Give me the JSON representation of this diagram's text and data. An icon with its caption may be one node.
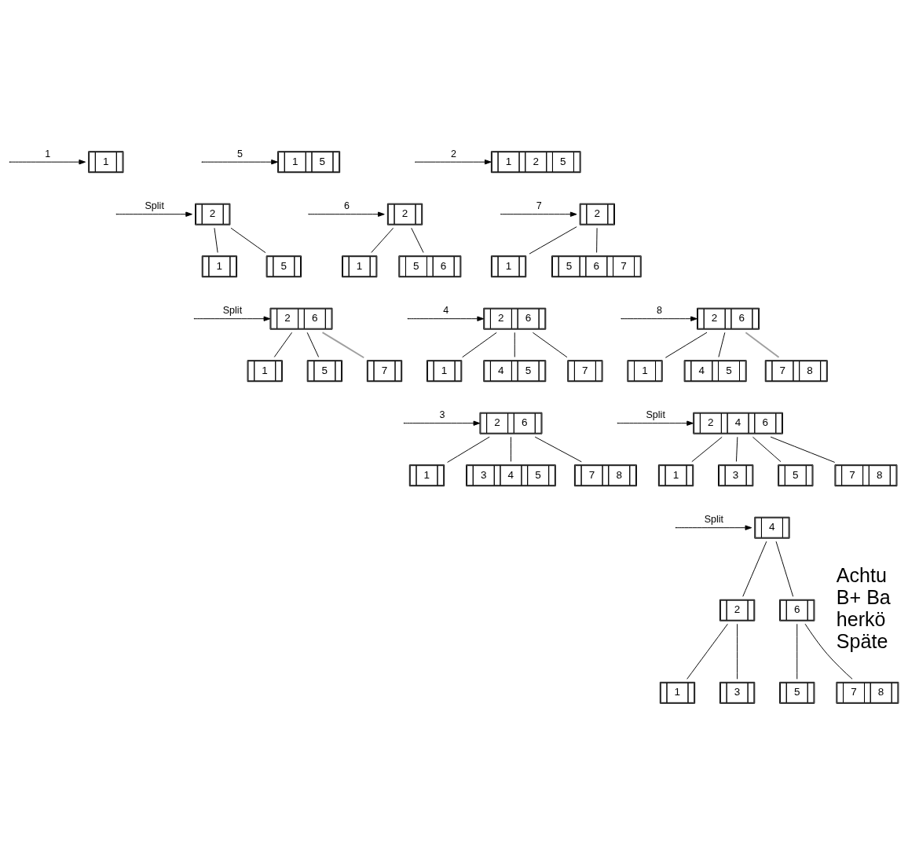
{
  "diagram": {
    "nodes": [
      {
        "text": [
          "1"
        ]
      },
      {
        "text": [
          "1",
          "5"
        ]
      },
      {
        "text": [
          "1",
          "2",
          "5"
        ]
      },
      {
        "text": [
          "2"
        ]
      },
      {
        "text": [
          "1"
        ]
      },
      {
        "text": [
          "5"
        ]
      },
      {
        "text": [
          "2"
        ]
      },
      {
        "text": [
          "1"
        ]
      },
      {
        "text": [
          "5",
          "6"
        ]
      },
      {
        "text": [
          "2"
        ]
      },
      {
        "text": [
          "1"
        ]
      },
      {
        "text": [
          "5",
          "6",
          "7"
        ]
      },
      {
        "text": [
          "2",
          "6"
        ]
      },
      {
        "text": [
          "1"
        ]
      },
      {
        "text": [
          "5"
        ]
      },
      {
        "text": [
          "7"
        ]
      },
      {
        "text": [
          "2",
          "6"
        ]
      },
      {
        "text": [
          "1"
        ]
      },
      {
        "text": [
          "4",
          "5"
        ]
      },
      {
        "text": [
          "7"
        ]
      },
      {
        "text": [
          "2",
          "6"
        ]
      },
      {
        "text": [
          "1"
        ]
      },
      {
        "text": [
          "4",
          "5"
        ]
      },
      {
        "text": [
          "7",
          "8"
        ]
      },
      {
        "text": [
          "2",
          "6"
        ]
      },
      {
        "text": [
          "1"
        ]
      },
      {
        "text": [
          "3",
          "4",
          "5"
        ]
      },
      {
        "text": [
          "7",
          "8"
        ]
      },
      {
        "text": [
          "2",
          "4",
          "6"
        ]
      },
      {
        "text": [
          "1"
        ]
      },
      {
        "text": [
          "3"
        ]
      },
      {
        "text": [
          "5"
        ]
      },
      {
        "text": [
          "7",
          "8"
        ]
      },
      {
        "text": [
          "4"
        ]
      },
      {
        "text": [
          "2"
        ]
      },
      {
        "text": [
          "6"
        ]
      },
      {
        "text": [
          "1"
        ]
      },
      {
        "text": [
          "3"
        ]
      },
      {
        "text": [
          "5"
        ]
      },
      {
        "text": [
          "7",
          "8"
        ]
      }
    ],
    "edges": [
      {
        "from": null,
        "to": 0,
        "arrow": "to",
        "label": "1"
      },
      {
        "from": null,
        "to": 1,
        "arrow": "to",
        "label": "5"
      },
      {
        "from": null,
        "to": 2,
        "arrow": "to",
        "label": "2"
      },
      {
        "from": null,
        "to": 3,
        "arrow": "to",
        "label": "Split"
      },
      {
        "from": 3,
        "to": 4,
        "arrow": "none"
      },
      {
        "from": 3,
        "to": 5,
        "arrow": "none"
      },
      {
        "from": null,
        "to": 6,
        "arrow": "to",
        "label": "6"
      },
      {
        "from": 6,
        "to": 7,
        "arrow": "none"
      },
      {
        "from": 6,
        "to": 8,
        "arrow": "none"
      },
      {
        "from": null,
        "to": 9,
        "arrow": "to",
        "label": "7"
      },
      {
        "from": 9,
        "to": 10,
        "arrow": "none"
      },
      {
        "from": 9,
        "to": 11,
        "arrow": "none"
      },
      {
        "from": null,
        "to": 12,
        "arrow": "to",
        "label": "Split"
      },
      {
        "from": 12,
        "to": 13,
        "arrow": "none"
      },
      {
        "from": 12,
        "to": 14,
        "arrow": "none"
      },
      {
        "from": 12,
        "to": 15,
        "arrow": "none",
        "color": "#a0a0a0"
      },
      {
        "from": null,
        "to": 16,
        "arrow": "to",
        "label": "4"
      },
      {
        "from": 16,
        "to": 17,
        "arrow": "none"
      },
      {
        "from": 16,
        "to": 18,
        "arrow": "none"
      },
      {
        "from": 16,
        "to": 19,
        "arrow": "none"
      },
      {
        "from": null,
        "to": 20,
        "arrow": "to",
        "label": "8"
      },
      {
        "from": 20,
        "to": 21,
        "arrow": "none"
      },
      {
        "from": 20,
        "to": 22,
        "arrow": "none"
      },
      {
        "from": 20,
        "to": 23,
        "arrow": "none",
        "color": "#a0a0a0"
      },
      {
        "from": null,
        "to": 24,
        "arrow": "to",
        "label": "3"
      },
      {
        "from": 24,
        "to": 25,
        "arrow": "none"
      },
      {
        "from": 24,
        "to": 26,
        "arrow": "none"
      },
      {
        "from": 24,
        "to": 27,
        "arrow": "none"
      },
      {
        "from": null,
        "to": 28,
        "arrow": "to",
        "label": "Split"
      },
      {
        "from": 28,
        "to": 29,
        "arrow": "none"
      },
      {
        "from": 28,
        "to": 30,
        "arrow": "none"
      },
      {
        "from": 28,
        "to": 31,
        "arrow": "none"
      },
      {
        "from": 28,
        "to": 32,
        "arrow": "none"
      },
      {
        "from": null,
        "to": 33,
        "arrow": "to",
        "label": "Split"
      },
      {
        "from": 33,
        "to": 34,
        "arrow": "none"
      },
      {
        "from": 33,
        "to": 35,
        "arrow": "none"
      },
      {
        "from": 34,
        "to": 36,
        "arrow": "none"
      },
      {
        "from": 34,
        "to": 37,
        "arrow": "none"
      },
      {
        "from": 35,
        "to": 38,
        "arrow": "none"
      },
      {
        "from": 35,
        "to": 39,
        "arrow": "none"
      }
    ],
    "labels": [
      "Achtu",
      "B+ Ba",
      "herkö",
      "Späte"
    ]
  }
}
